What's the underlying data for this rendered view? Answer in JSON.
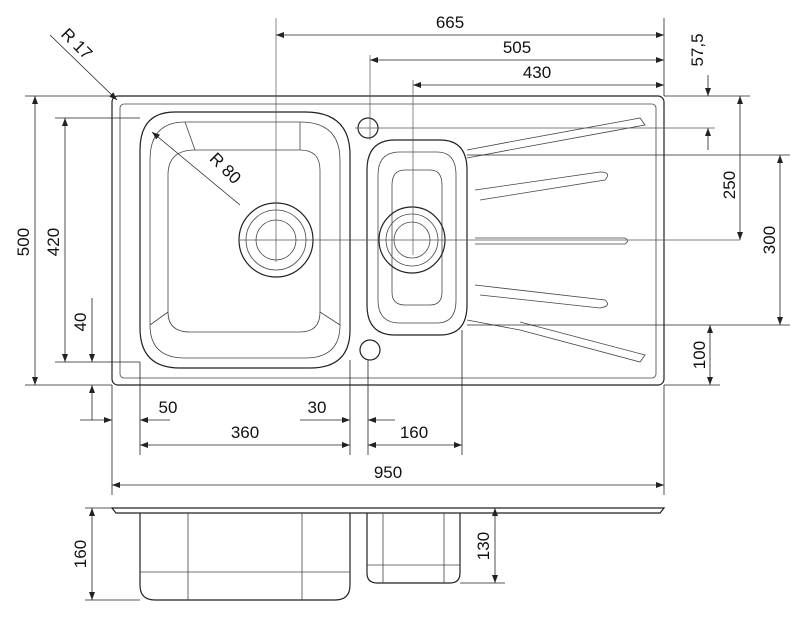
{
  "drawing": {
    "radius_corner": "R 17",
    "radius_bowl": "R 80",
    "dim_665": "665",
    "dim_505": "505",
    "dim_430": "430",
    "dim_57_5": "57,5",
    "dim_500": "500",
    "dim_420": "420",
    "dim_40": "40",
    "dim_250": "250",
    "dim_300": "300",
    "dim_100": "100",
    "dim_50": "50",
    "dim_360": "360",
    "dim_30": "30",
    "dim_160_top": "160",
    "dim_950": "950",
    "dim_160_side": "160",
    "dim_130": "130"
  }
}
